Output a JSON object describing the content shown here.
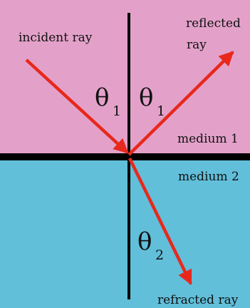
{
  "labels": {
    "incident": "incident ray",
    "reflected_line1": "reflected",
    "reflected_line2": "ray",
    "refracted": "refracted ray",
    "medium1": "medium 1",
    "medium2": "medium 2"
  },
  "angles": {
    "incidence": {
      "symbol": "θ",
      "subscript": "1"
    },
    "reflection": {
      "symbol": "θ",
      "subscript": "1"
    },
    "refraction": {
      "symbol": "θ",
      "subscript": "2"
    }
  },
  "colors": {
    "medium1": "#e3a1c9",
    "medium2": "#61bfda",
    "rays": "#e8281c",
    "lines": "#000000"
  }
}
